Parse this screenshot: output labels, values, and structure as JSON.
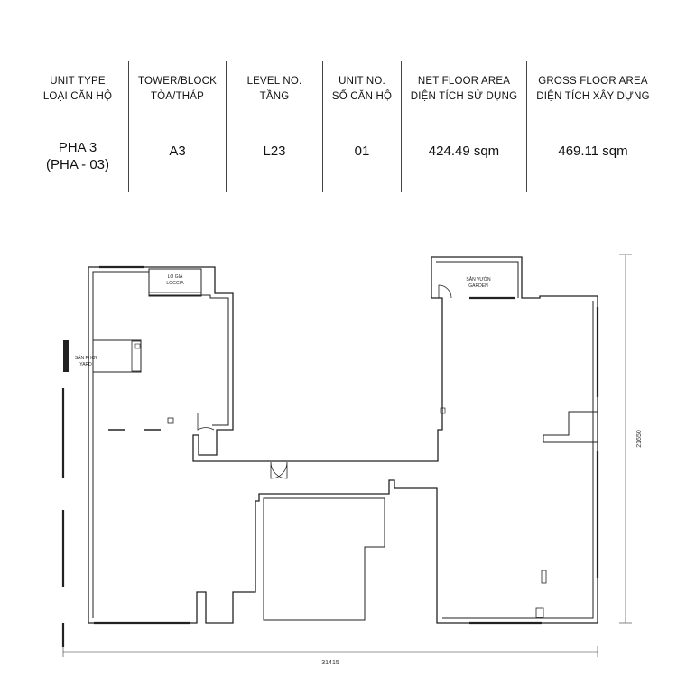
{
  "header": {
    "columns": [
      {
        "head_en": "UNIT TYPE",
        "head_vi": "LOẠI CĂN HỘ",
        "value_1": "PHA 3",
        "value_2": "(PHA - 03)"
      },
      {
        "head_en": "TOWER/BLOCK",
        "head_vi": "TÒA/THÁP",
        "value_1": "A3"
      },
      {
        "head_en": "LEVEL NO.",
        "head_vi": "TẦNG",
        "value_1": "L23"
      },
      {
        "head_en": "UNIT NO.",
        "head_vi": "SỐ CĂN HỘ",
        "value_1": "01"
      },
      {
        "head_en": "NET FLOOR AREA",
        "head_vi": "DIỆN TÍCH SỬ DỤNG",
        "value_1": "424.49 sqm"
      },
      {
        "head_en": "GROSS FLOOR AREA",
        "head_vi": "DIỆN TÍCH XÂY DỰNG",
        "value_1": "469.11 sqm"
      }
    ]
  },
  "plan": {
    "rooms": {
      "loggia_vi": "LÔ GIA",
      "loggia_en": "LOGGIA",
      "yard_vi": "SÂN PHƠI",
      "yard_en": "YARD",
      "garden_vi": "SÂN VƯỜN",
      "garden_en": "GARDEN"
    },
    "dimensions": {
      "width": "31415",
      "height": "21650"
    }
  }
}
